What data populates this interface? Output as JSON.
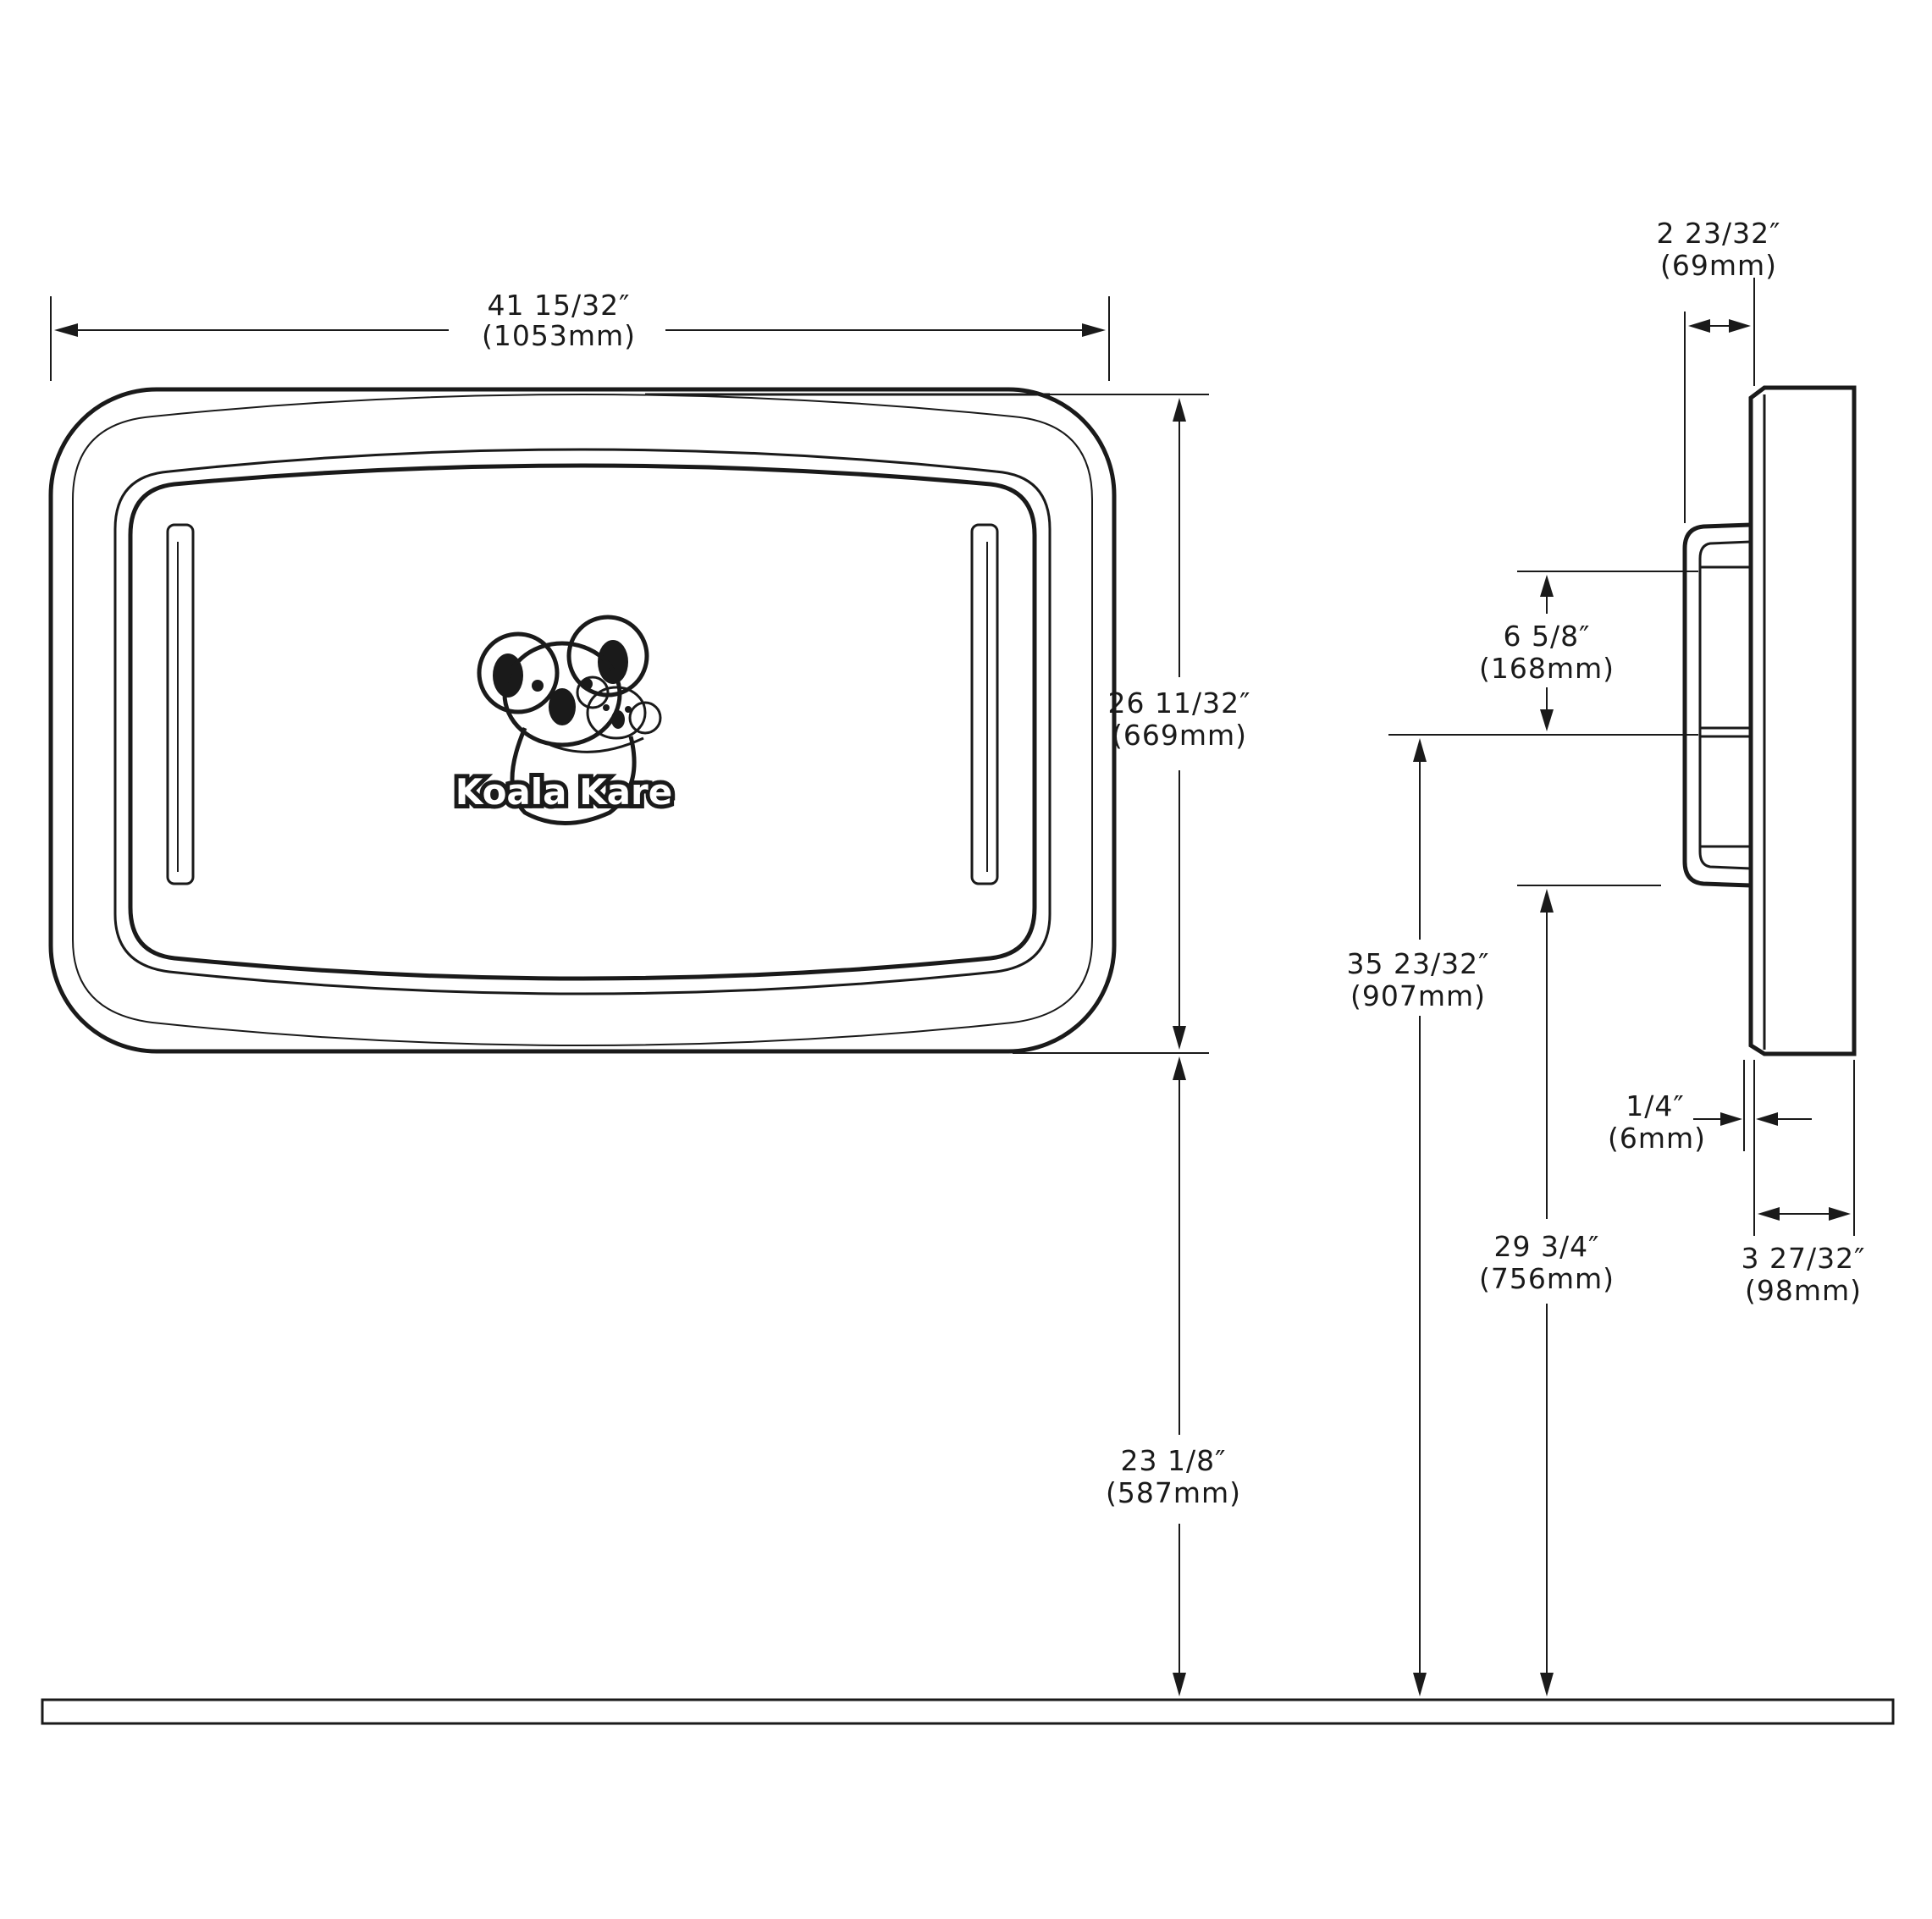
{
  "brand": {
    "logo_text": "Koala Kare"
  },
  "front_view": {
    "width_in": "41 15/32″",
    "width_mm": "(1053mm)",
    "height_in": "26 11/32″",
    "height_mm": "(669mm)",
    "bottom_to_floor_in": "23 1/8″",
    "bottom_to_floor_mm": "(587mm)"
  },
  "side_view": {
    "handle_depth_in": "2 23/32″",
    "handle_depth_mm": "(69mm)",
    "handle_height_in": "6 5/8″",
    "handle_height_mm": "(168mm)",
    "handle_center_to_floor_in": "35 23/32″",
    "handle_center_to_floor_mm": "(907mm)",
    "handle_bottom_to_floor_in": "29 3/4″",
    "handle_bottom_to_floor_mm": "(756mm)",
    "gap_in": "1/4″",
    "gap_mm": "(6mm)",
    "body_depth_in": "3 27/32″",
    "body_depth_mm": "(98mm)"
  },
  "colors": {
    "line": "#1a1a1a",
    "background": "#ffffff"
  }
}
